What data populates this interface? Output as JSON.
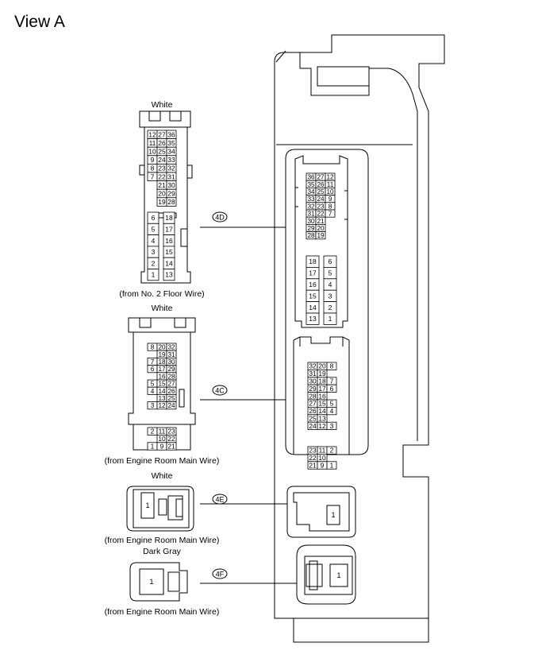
{
  "view_title": "View A",
  "connectors": [
    {
      "id": "4D",
      "color": "White",
      "source": "(from No. 2 Floor Wire)"
    },
    {
      "id": "4C",
      "color": "White",
      "source": "(from Engine Room Main Wire)"
    },
    {
      "id": "4E",
      "color": "White",
      "source": "(from Engine Room Main Wire)"
    },
    {
      "id": "4F",
      "color": "Dark Gray",
      "source": "(from Engine Room Main Wire)"
    }
  ],
  "pins": {
    "c4d_upper": [
      [
        12,
        27,
        36
      ],
      [
        11,
        26,
        35
      ],
      [
        10,
        25,
        34
      ],
      [
        9,
        24,
        33
      ],
      [
        8,
        23,
        32
      ],
      [
        7,
        22,
        31
      ],
      [
        "",
        21,
        30
      ],
      [
        "",
        20,
        29
      ],
      [
        "",
        19,
        28
      ]
    ],
    "c4d_lower": [
      [
        6,
        18
      ],
      [
        5,
        17
      ],
      [
        4,
        16
      ],
      [
        3,
        15
      ],
      [
        2,
        14
      ],
      [
        1,
        13
      ]
    ],
    "c4c_upper": [
      [
        8,
        20,
        32
      ],
      [
        "",
        19,
        31
      ],
      [
        7,
        18,
        30
      ],
      [
        6,
        17,
        29
      ],
      [
        "",
        16,
        28
      ],
      [
        5,
        15,
        27
      ],
      [
        4,
        14,
        26
      ],
      [
        "",
        13,
        25
      ],
      [
        3,
        12,
        24
      ]
    ],
    "c4c_lower": [
      [
        2,
        11,
        23
      ],
      [
        "",
        10,
        22
      ],
      [
        1,
        9,
        21
      ]
    ],
    "c4e": [
      1
    ],
    "c4f": [
      1
    ]
  }
}
